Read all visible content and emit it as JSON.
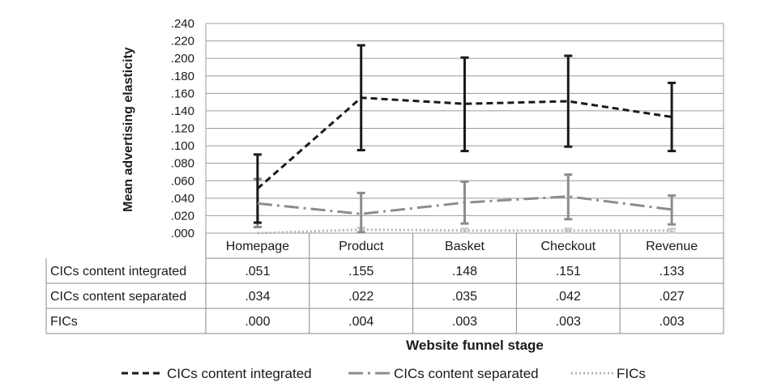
{
  "chart_data": {
    "type": "line",
    "ylabel": "Mean advertising elasticity",
    "xlabel": "Website funnel stage",
    "ylim": [
      0,
      0.24
    ],
    "yticks": [
      ".000",
      ".020",
      ".040",
      ".060",
      ".080",
      ".100",
      ".120",
      ".140",
      ".160",
      ".180",
      ".200",
      ".220",
      ".240"
    ],
    "grid": true,
    "legend_position": "bottom",
    "categories": [
      "Homepage",
      "Product",
      "Basket",
      "Checkout",
      "Revenue"
    ],
    "series": [
      {
        "name": "CICs content integrated",
        "color": "#1a1a1a",
        "style": "dashed",
        "values": [
          0.051,
          0.155,
          0.148,
          0.151,
          0.133
        ],
        "labels": [
          ".051",
          ".155",
          ".148",
          ".151",
          ".133"
        ],
        "error_low": [
          0.012,
          0.095,
          0.094,
          0.099,
          0.094
        ],
        "error_high": [
          0.09,
          0.215,
          0.201,
          0.203,
          0.172
        ]
      },
      {
        "name": "CICs content separated",
        "color": "#8c8c8c",
        "style": "dashdot",
        "values": [
          0.034,
          0.022,
          0.035,
          0.042,
          0.027
        ],
        "labels": [
          ".034",
          ".022",
          ".035",
          ".042",
          ".027"
        ],
        "error_low": [
          0.007,
          0.001,
          0.011,
          0.016,
          0.01
        ],
        "error_high": [
          0.062,
          0.046,
          0.059,
          0.067,
          0.043
        ]
      },
      {
        "name": "FICs",
        "color": "#b5b5b5",
        "style": "dotted",
        "values": [
          0.0,
          0.004,
          0.003,
          0.003,
          0.003
        ],
        "labels": [
          ".000",
          ".004",
          ".003",
          ".003",
          ".003"
        ],
        "error_low": [
          0.0,
          0.001,
          0.001,
          0.001,
          0.001
        ],
        "error_high": [
          0.0,
          0.006,
          0.005,
          0.005,
          0.005
        ]
      }
    ]
  }
}
